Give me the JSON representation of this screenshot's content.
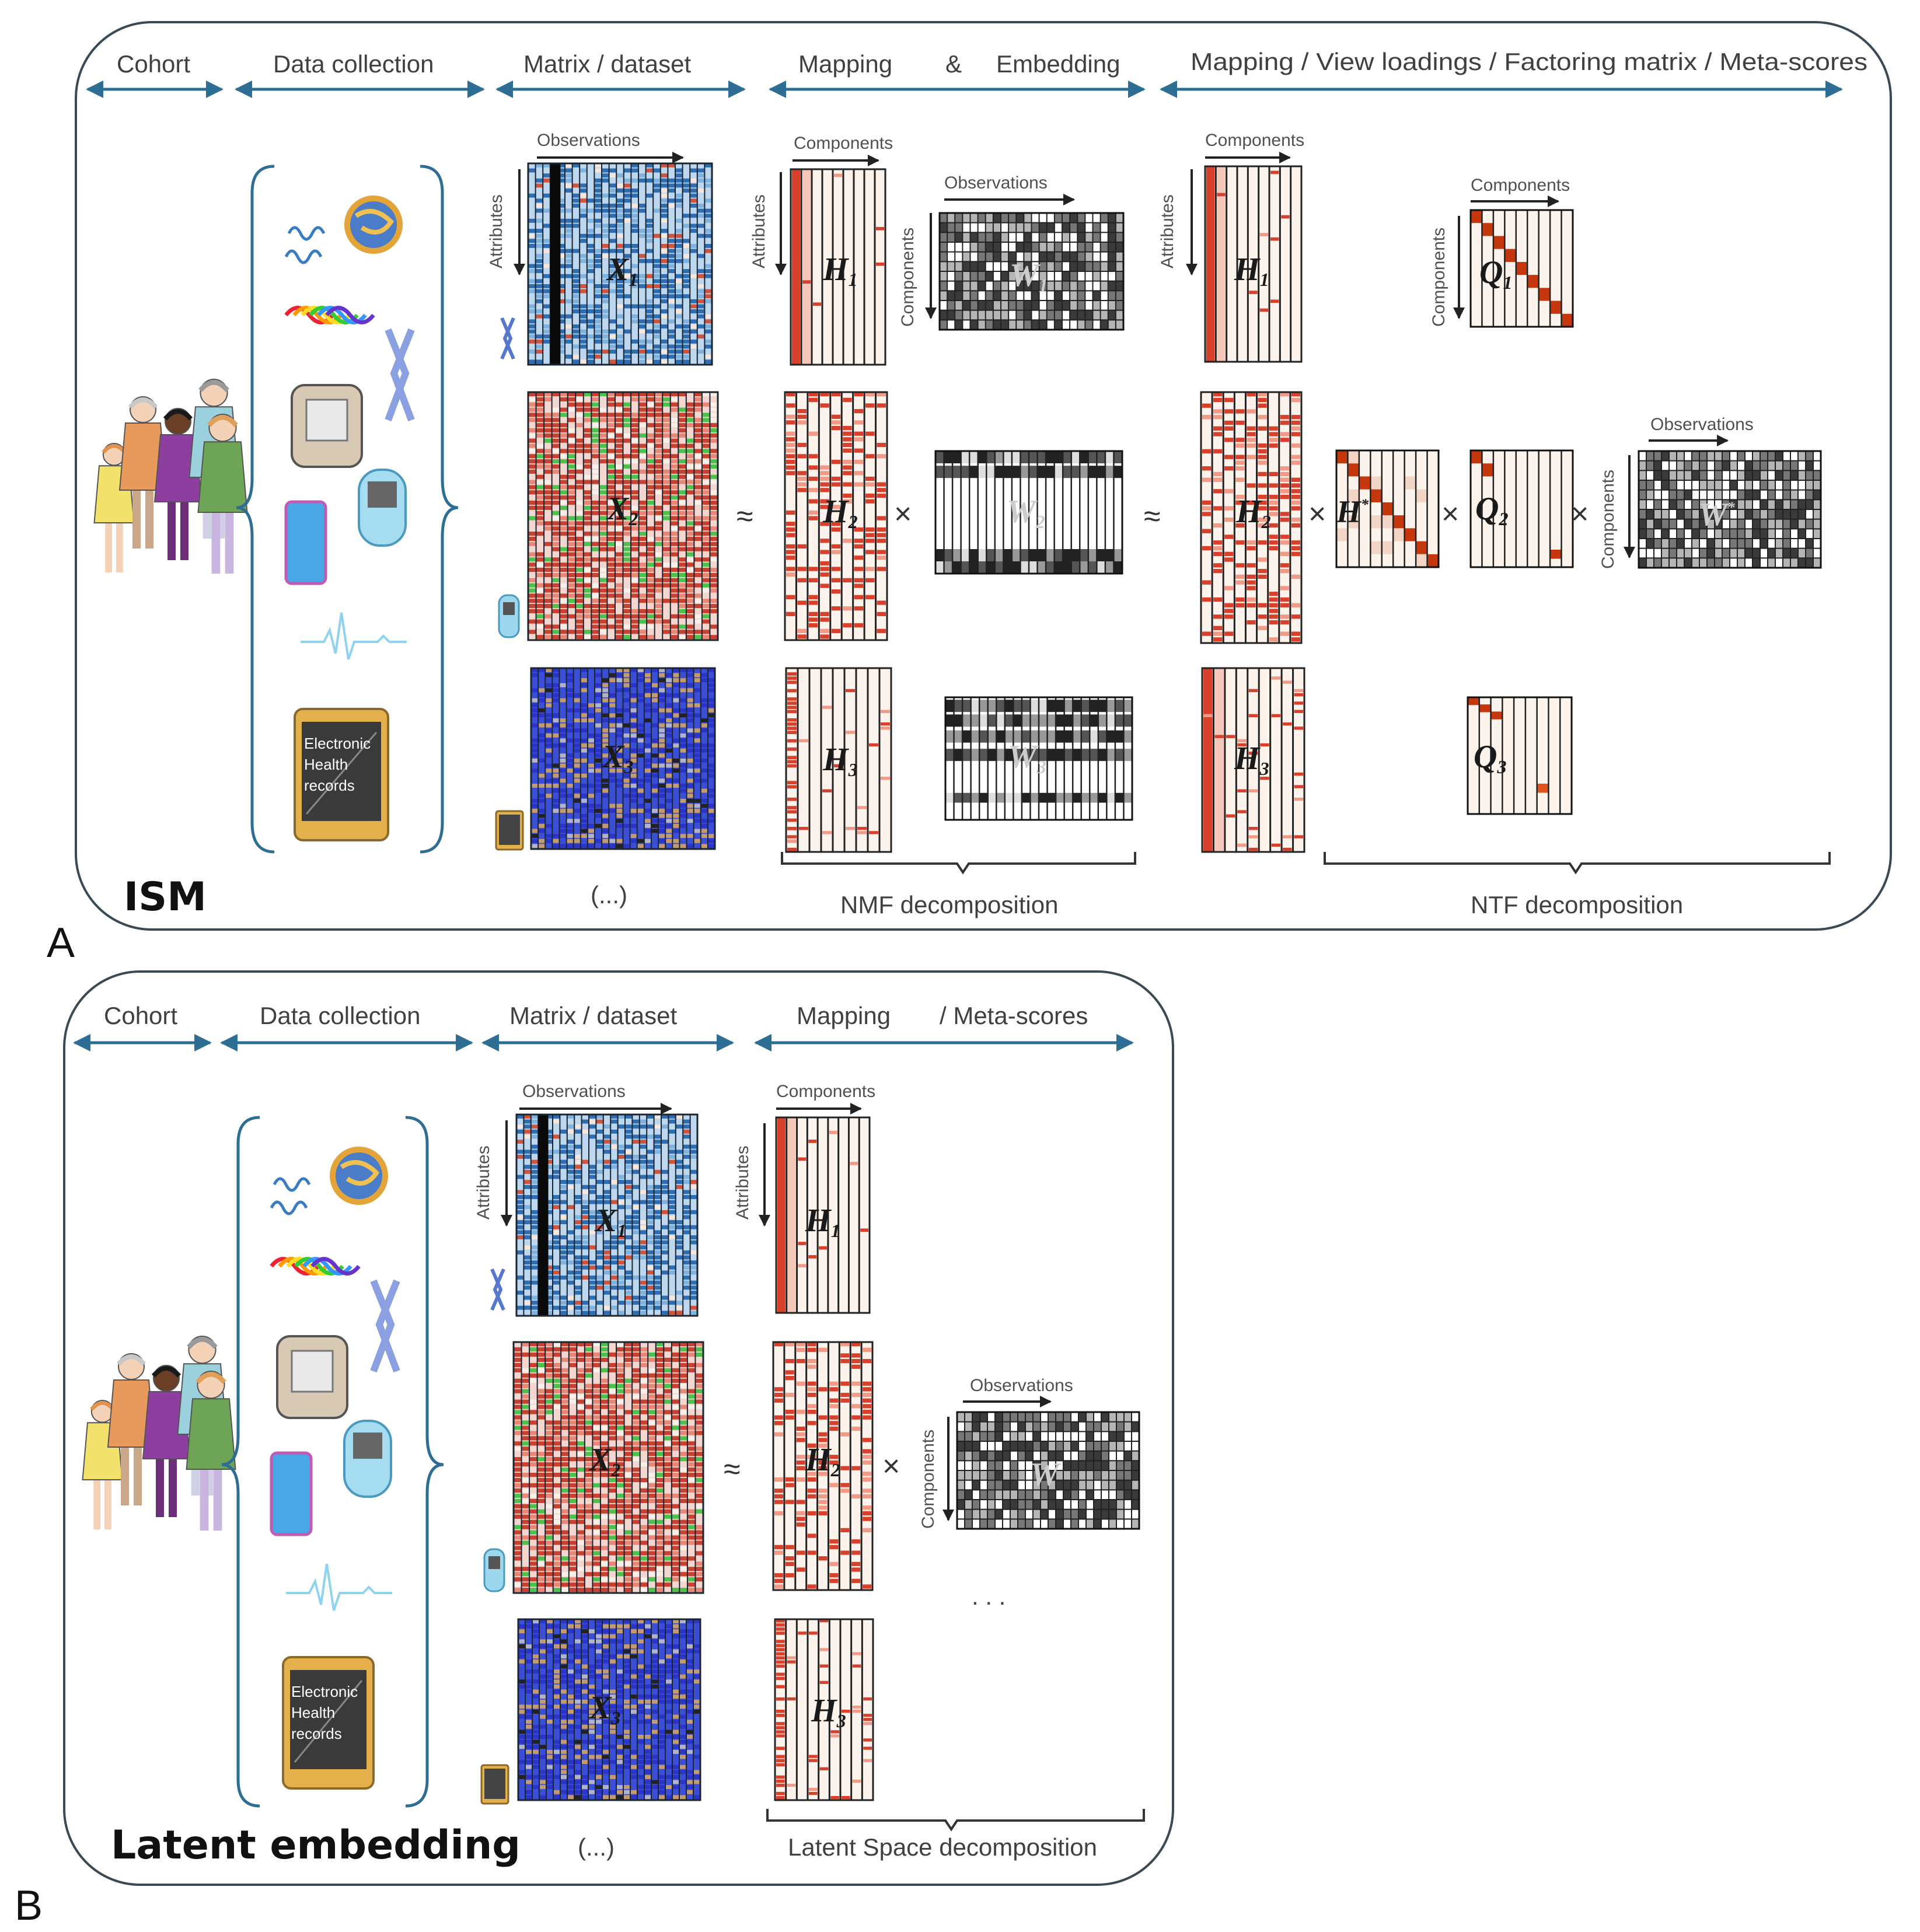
{
  "panels": [
    {
      "letter": "A",
      "title": "ISM",
      "headers": [
        "Cohort",
        "Data collection",
        "Matrix / dataset",
        "Mapping",
        "&",
        "Embedding",
        "Mapping / View loadings / Factoring matrix / Meta-scores"
      ],
      "ellipsis": "(...)",
      "decomp_labels": [
        "NMF decomposition",
        "NTF decomposition"
      ],
      "ehr_text": [
        "Electronic",
        "Health",
        "records"
      ],
      "axis_labels": {
        "observations": "Observations",
        "attributes": "Attributes",
        "components": "Components"
      },
      "matrices": {
        "X": [
          "X",
          "1",
          "X",
          "2",
          "X",
          "3"
        ],
        "H": [
          "H",
          "1",
          "H",
          "2",
          "H",
          "3"
        ],
        "W": [
          "W",
          "1",
          "W",
          "2",
          "W",
          "3"
        ],
        "Q": [
          "Q",
          "1",
          "Q",
          "2",
          "Q",
          "3"
        ],
        "Hstar": "H",
        "Wstar": "W"
      },
      "operators": {
        "approx": "≈",
        "times": "×"
      }
    },
    {
      "letter": "B",
      "title": "Latent embedding",
      "headers": [
        "Cohort",
        "Data collection",
        "Matrix / dataset",
        "Mapping",
        "/ Meta-scores"
      ],
      "ellipsis": "(...)",
      "decomp_labels": [
        "Latent Space decomposition"
      ],
      "dots": ". . .",
      "ehr_text": [
        "Electronic",
        "Health",
        "records"
      ],
      "axis_labels": {
        "observations": "Observations",
        "attributes": "Attributes",
        "components": "Components"
      },
      "matrices": {
        "X": [
          "X",
          "1",
          "X",
          "2",
          "X",
          "3"
        ],
        "H": [
          "H",
          "1",
          "H",
          "2",
          "H",
          "3"
        ],
        "W": "W"
      },
      "operators": {
        "approx": "≈",
        "times": "×"
      }
    }
  ],
  "colors": {
    "arrow": "#2e6e94",
    "frame": "#3a4a55",
    "red": "#d8402c",
    "blue": "#3a7cc2",
    "green": "#33bb44"
  }
}
